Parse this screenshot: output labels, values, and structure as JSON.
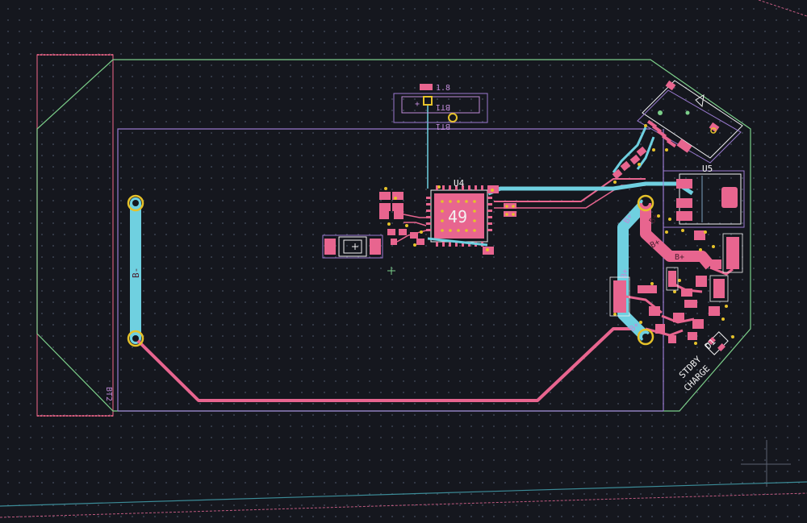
{
  "colors": {
    "background": "#15171e",
    "front_copper": "#e8658f",
    "back_copper": "#6fd0e0",
    "front_silkscreen": "#f2f2f2",
    "back_silkscreen": "#c08bd8",
    "courtyard": "#d05a7a",
    "board_outline_green": "#7ccf8a",
    "board_outline_purple": "#9a7ad0",
    "via_ring": "#e6c22a"
  },
  "labels": {
    "u4_ref": "U4",
    "u4_pad": "49",
    "u5_ref": "U5",
    "bt1_ref": "BT1",
    "bt1_ref_mirror": "BT1",
    "bt2_ref": "BT2",
    "voltage": "1.8",
    "plus": "+",
    "b_minus": "B-",
    "b_plus": "B+",
    "stdby": "STDBY",
    "charge": "CHARGE",
    "d1_ref": "D1"
  }
}
